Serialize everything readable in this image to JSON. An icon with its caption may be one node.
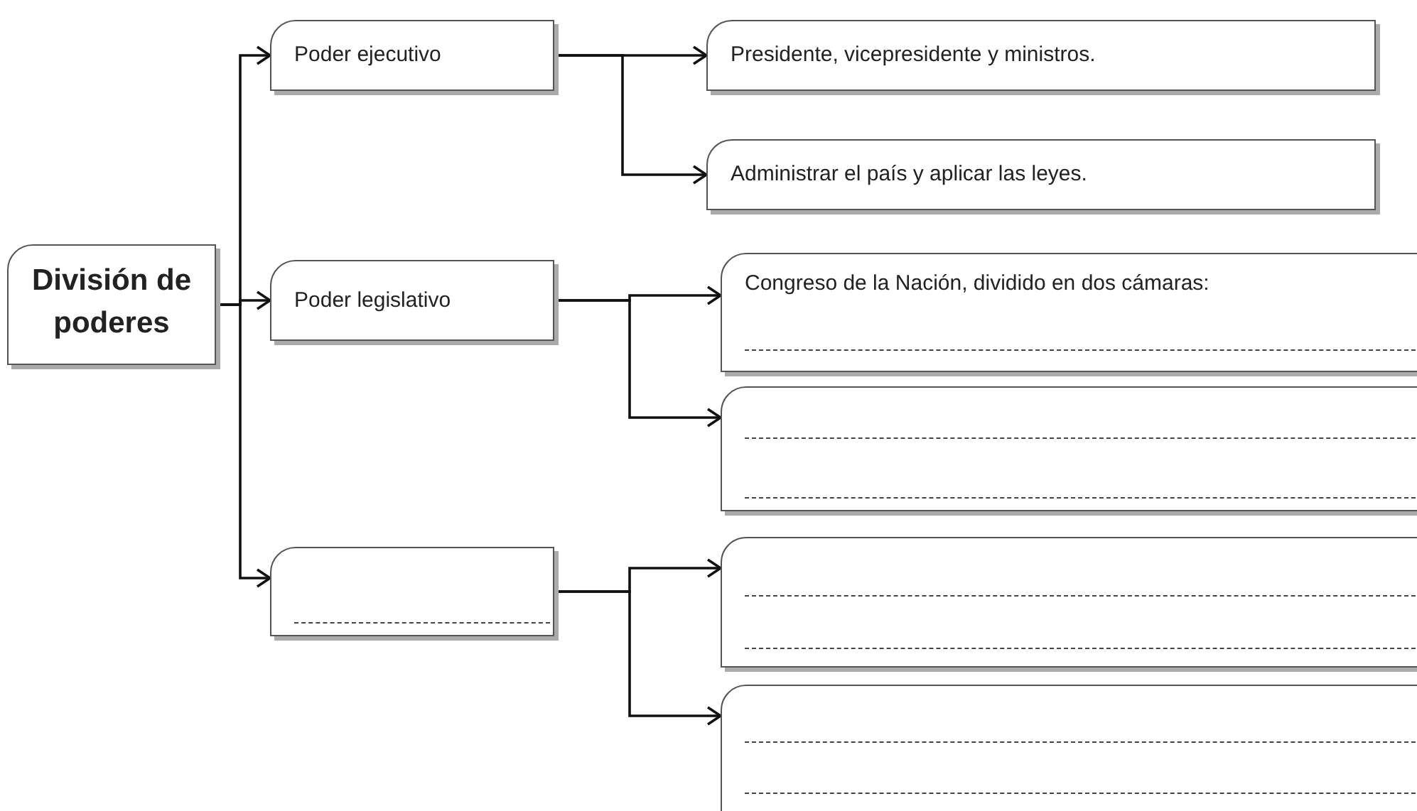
{
  "diagram": {
    "nodes": [
      {
        "text": [
          "División de poderes"
        ]
      },
      {
        "text": [
          "Poder ejecutivo"
        ]
      },
      {
        "text": [
          "Presidente, vicepresidente y ministros."
        ]
      },
      {
        "text": [
          "Administrar el país y aplicar las leyes."
        ]
      },
      {
        "text": [
          "Poder legislativo"
        ]
      },
      {
        "text": [
          "Congreso de la Nación, dividido en dos cámaras:"
        ]
      },
      {
        "text": [],
        "shape": "box"
      },
      {
        "text": [],
        "shape": "box"
      },
      {
        "text": [],
        "shape": "box"
      },
      {
        "text": [],
        "shape": "box"
      }
    ],
    "edges": [
      {
        "from": 0,
        "to": 1,
        "arrow": "to"
      },
      {
        "from": 0,
        "to": 4,
        "arrow": "to"
      },
      {
        "from": 0,
        "to": 7,
        "arrow": "to"
      },
      {
        "from": 1,
        "to": 2,
        "arrow": "to"
      },
      {
        "from": 1,
        "to": 3,
        "arrow": "to"
      },
      {
        "from": 4,
        "to": 5,
        "arrow": "to"
      },
      {
        "from": 4,
        "to": 6,
        "arrow": "to"
      },
      {
        "from": 7,
        "to": 8,
        "arrow": "to"
      },
      {
        "from": 7,
        "to": 9,
        "arrow": "to"
      }
    ]
  }
}
